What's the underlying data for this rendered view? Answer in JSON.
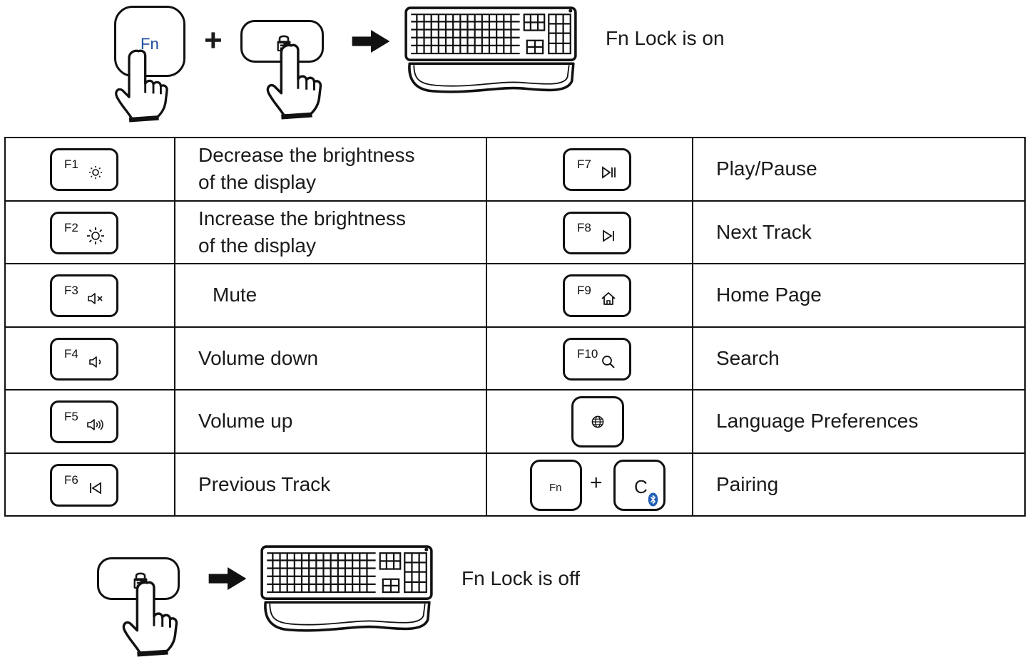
{
  "top": {
    "fn_key_label": "Fn",
    "fnlock_key_label": "Fn",
    "plus": "+",
    "caption": "Fn Lock is on"
  },
  "bottom": {
    "fnlock_key_label": "Fn",
    "caption": "Fn Lock is off"
  },
  "rows": [
    {
      "left_key": "F1",
      "left_icon": "brightness-down-icon",
      "left_desc": [
        "Decrease the brightness",
        "of the display"
      ],
      "right_key": "F7",
      "right_icon": "play-pause-icon",
      "right_desc": "Play/Pause"
    },
    {
      "left_key": "F2",
      "left_icon": "brightness-up-icon",
      "left_desc": [
        "Increase the brightness",
        "of the display"
      ],
      "right_key": "F8",
      "right_icon": "next-track-icon",
      "right_desc": "Next Track"
    },
    {
      "left_key": "F3",
      "left_icon": "mute-icon",
      "left_desc": [
        "Mute"
      ],
      "right_key": "F9",
      "right_icon": "home-icon",
      "right_desc": "Home Page"
    },
    {
      "left_key": "F4",
      "left_icon": "volume-down-icon",
      "left_desc": [
        "Volume down"
      ],
      "right_key": "F10",
      "right_icon": "search-icon",
      "right_desc": "Search"
    },
    {
      "left_key": "F5",
      "left_icon": "volume-up-icon",
      "left_desc": [
        "Volume up"
      ],
      "right_key": "",
      "right_icon": "globe-icon",
      "right_desc": "Language Preferences"
    },
    {
      "left_key": "F6",
      "left_icon": "previous-track-icon",
      "left_desc": [
        "Previous Track"
      ],
      "right_key": "",
      "right_icon": "",
      "right_desc": "Pairing"
    }
  ],
  "pairing": {
    "fn_label": "Fn",
    "plus": "+",
    "c_label": "C",
    "icon": "bluetooth-icon"
  },
  "colors": {
    "fn_text": "#1f4e9c",
    "line": "#111111",
    "bluetooth": "#1f5fb5"
  }
}
